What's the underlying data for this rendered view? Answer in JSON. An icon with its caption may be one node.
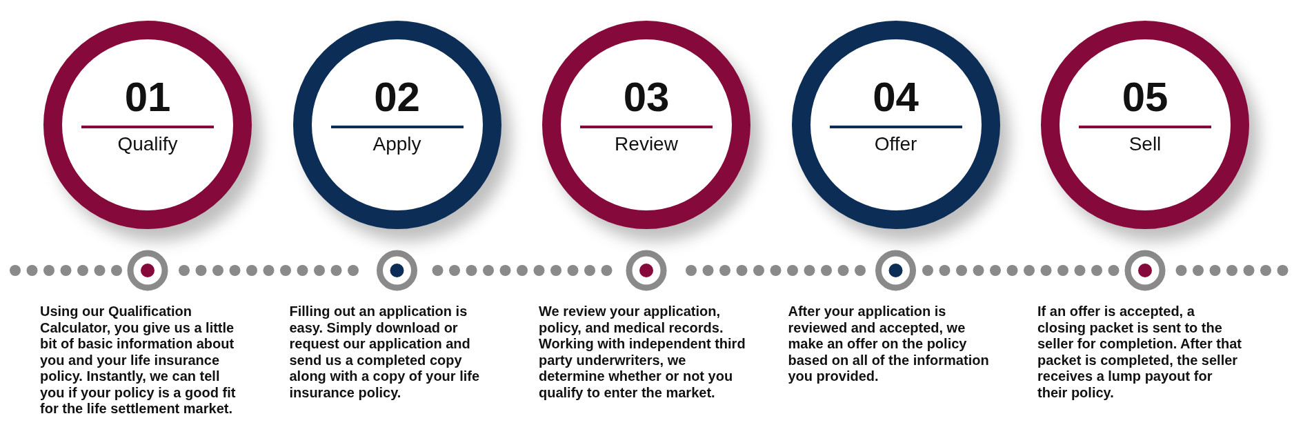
{
  "diagram": {
    "nodes": [
      {
        "text": [
          "01",
          "Qualify"
        ]
      },
      {
        "text": [
          "02",
          "Apply"
        ]
      },
      {
        "text": [
          "03",
          "Review"
        ]
      },
      {
        "text": [
          "04",
          "Offer"
        ]
      },
      {
        "text": [
          "05",
          "Sell"
        ]
      }
    ],
    "labels": [
      "Using our Qualification Calculator, you give us a little bit of basic information about you and your life insurance policy. Instantly, we can tell you if your policy is a good fit for the life settlement market.",
      "Filling out an application is easy. Simply download or request our application and send us a completed copy along with a copy of your life insurance policy.",
      "We review your application, policy, and medical records. Working with independent third party underwriters, we determine whether or not you qualify to enter the market.",
      "After your application is reviewed and accepted, we make an offer on the policy based on all of the information you provided.",
      "If an offer is accepted, a closing packet is sent to the seller for completion. After that packet is completed, the seller receives a lump payout for their policy."
    ]
  }
}
